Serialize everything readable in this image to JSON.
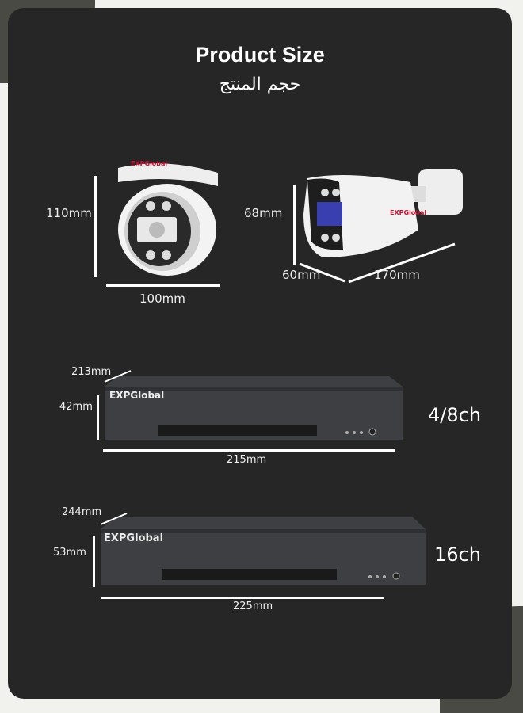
{
  "header": {
    "title": "Product Size",
    "subtitle": "حجم المنتج"
  },
  "dome_camera": {
    "brand": "EXPGlobal",
    "height": "110mm",
    "width": "100mm"
  },
  "bullet_camera": {
    "brand": "EXPGlobal",
    "height": "68mm",
    "depth": "60mm",
    "length": "170mm"
  },
  "recorders": [
    {
      "brand": "EXPGlobal",
      "depth": "213mm",
      "height": "42mm",
      "width": "215mm",
      "channels": "4/8ch"
    },
    {
      "brand": "EXPGlobal",
      "depth": "244mm",
      "height": "53mm",
      "width": "225mm",
      "channels": "16ch"
    }
  ],
  "colors": {
    "background": "#262626",
    "text": "#ffffff",
    "brand_red": "#c8102e"
  }
}
